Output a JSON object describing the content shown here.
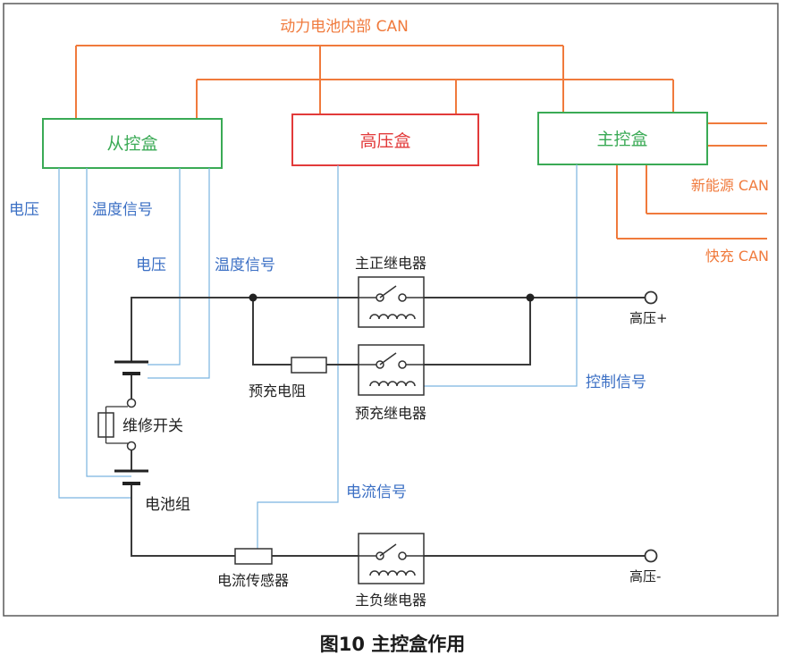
{
  "bus": {
    "internal_can": "动力电池内部 CAN",
    "new_energy_can": "新能源 CAN",
    "fast_charge_can": "快充 CAN"
  },
  "boxes": {
    "slave": "从控盒",
    "hv": "高压盒",
    "master": "主控盒"
  },
  "signals": {
    "voltage_left": "电压",
    "temp_left": "温度信号",
    "voltage_inner": "电压",
    "temp_inner": "温度信号",
    "control": "控制信号",
    "current": "电流信号"
  },
  "components": {
    "main_pos_relay": "主正继电器",
    "precharge_resistor": "预充电阻",
    "precharge_relay": "预充继电器",
    "service_switch": "维修开关",
    "battery_pack": "电池组",
    "current_sensor": "电流传感器",
    "main_neg_relay": "主负继电器"
  },
  "terminals": {
    "hv_pos": "高压+",
    "hv_neg": "高压-"
  },
  "caption": "图10 主控盒作用",
  "colors": {
    "can": "#f07a3c",
    "green_box": "#3aaa55",
    "red_box": "#e23a3a",
    "signal_text": "#3b6fc4",
    "signal_line": "#7ab4e0",
    "circuit": "#3a3a3a",
    "frame": "#5a5a5a"
  }
}
